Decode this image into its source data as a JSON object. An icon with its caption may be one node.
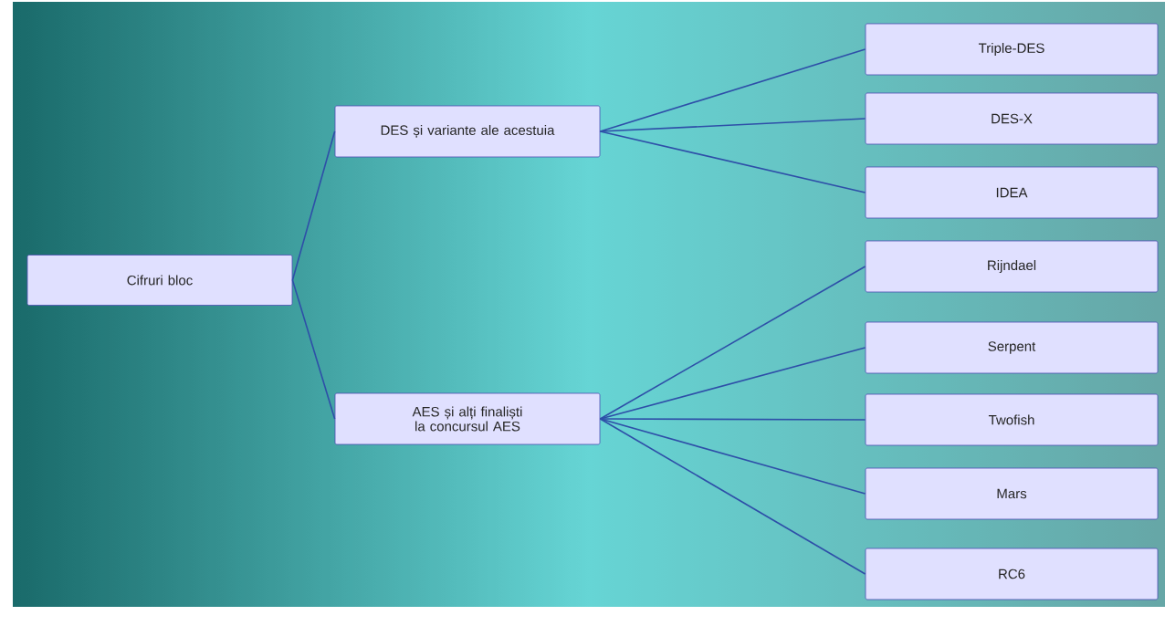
{
  "diagram": {
    "nodes": [
      {
        "text": [
          "Cifruri bloc"
        ]
      },
      {
        "text": [
          "DES și variante ale acestuia"
        ]
      },
      {
        "text": [
          "AES și alți finaliști la concursul AES"
        ]
      },
      {
        "text": [
          "Triple-DES"
        ]
      },
      {
        "text": [
          "DES-X"
        ]
      },
      {
        "text": [
          "IDEA"
        ]
      },
      {
        "text": [
          "Rijndael"
        ]
      },
      {
        "text": [
          "Serpent"
        ]
      },
      {
        "text": [
          "Twofish"
        ]
      },
      {
        "text": [
          "Mars"
        ]
      },
      {
        "text": [
          "RC6"
        ]
      }
    ],
    "edges": [
      {
        "from": 0,
        "to": 1,
        "arrow": "none"
      },
      {
        "from": 0,
        "to": 2,
        "arrow": "none"
      },
      {
        "from": 1,
        "to": 3,
        "arrow": "none"
      },
      {
        "from": 1,
        "to": 4,
        "arrow": "none"
      },
      {
        "from": 1,
        "to": 5,
        "arrow": "none"
      },
      {
        "from": 2,
        "to": 6,
        "arrow": "none"
      },
      {
        "from": 2,
        "to": 7,
        "arrow": "none"
      },
      {
        "from": 2,
        "to": 8,
        "arrow": "none"
      },
      {
        "from": 2,
        "to": 9,
        "arrow": "none"
      },
      {
        "from": 2,
        "to": 10,
        "arrow": "none"
      }
    ]
  }
}
